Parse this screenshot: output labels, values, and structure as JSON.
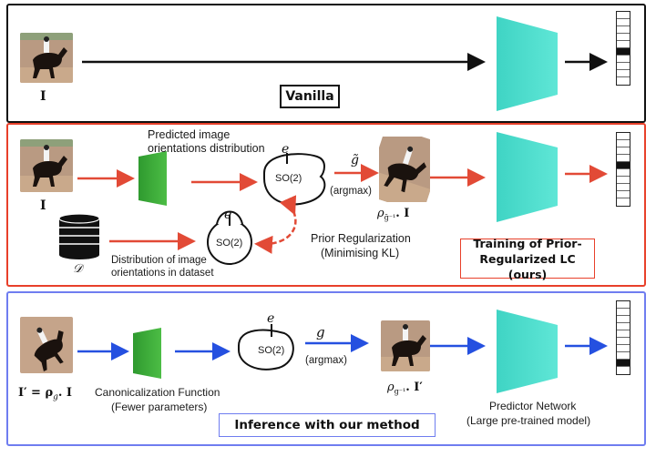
{
  "vanilla": {
    "input_label": "I",
    "title": "Vanilla"
  },
  "training": {
    "input_label": "I",
    "predicted_label_line1": "Predicted image",
    "predicted_label_line2": "orientations distribution",
    "e_top": "e",
    "so2_top": "SO(2)",
    "g_hat": "g̃",
    "argmax": "(argmax)",
    "rotated_label": "ρ",
    "rotated_sup": "g̃⁻¹",
    "rotated_suffix": ". I",
    "dataset_symbol": "𝒟",
    "dataset_label_line1": "Distribution of image",
    "dataset_label_line2": "orientations in dataset",
    "e_bottom": "e",
    "so2_bottom": "SO(2)",
    "prior_line1": "Prior Regularization",
    "prior_line2": "(Minimising KL)",
    "title_line1": "Training of Prior-",
    "title_line2": "Regularized LC (ours)"
  },
  "inference": {
    "input_label": "I′ = ρ",
    "input_sub": "g",
    "input_suffix": ". I",
    "canon_line1": "Canonicalization Function",
    "canon_line2": "(Fewer parameters)",
    "e": "e",
    "so2": "SO(2)",
    "g": "g",
    "argmax": "(argmax)",
    "rotated_label": "ρ",
    "rotated_sup": "g⁻¹",
    "rotated_suffix": ". I′",
    "title": "Inference with our method",
    "predictor_line1": "Predictor Network",
    "predictor_line2": "(Large pre-trained model)"
  },
  "onehot": {
    "vanilla_active": 5,
    "training_active": 4,
    "inference_active": 8
  },
  "colors": {
    "panel_vanilla": "#111111",
    "panel_training": "#e8402a",
    "panel_inference": "#6f7df0",
    "arrow_training": "#e24a36",
    "arrow_inference": "#2550e0",
    "title_training_border": "#e8402a",
    "title_inference_border": "#6f7df0",
    "predictor_teal": "#3fd4c4",
    "canonicalizer_green": "#3ca83a"
  }
}
